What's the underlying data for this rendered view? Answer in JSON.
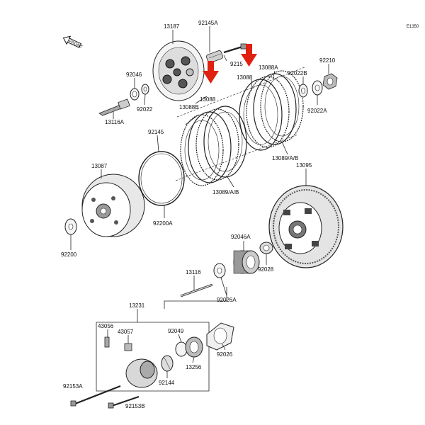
{
  "diagram_code": "E1350",
  "front_label": "FRONT",
  "labels": {
    "p13187": "13187",
    "p92145A": "92145A",
    "p92153": "9215",
    "p92046": "92046",
    "p92022": "92022",
    "p13116A": "13116A",
    "p13088a": "13088",
    "p13088B": "13088B",
    "p13088b": "13088",
    "p13088A": "13088A",
    "p92022B": "92022B",
    "p92210": "92210",
    "p92022A": "92022A",
    "p92145": "92145",
    "p13087": "13087",
    "p13089AB": "13089/A/B",
    "p13089AB2": "13089/A/B",
    "p13095": "13095",
    "p92200A": "92200A",
    "p92200": "92200",
    "p92046A": "92046A",
    "p92028": "92028",
    "p13116": "13116",
    "p92026A": "92026A",
    "p13231": "13231",
    "p43056": "43056",
    "p43057": "43057",
    "p92049": "92049",
    "p92026": "92026",
    "p13256": "13256",
    "p92144": "92144",
    "p92153A": "92153A",
    "p92153B": "92153B"
  },
  "colors": {
    "arrow": "#e02010",
    "line": "#222222"
  }
}
